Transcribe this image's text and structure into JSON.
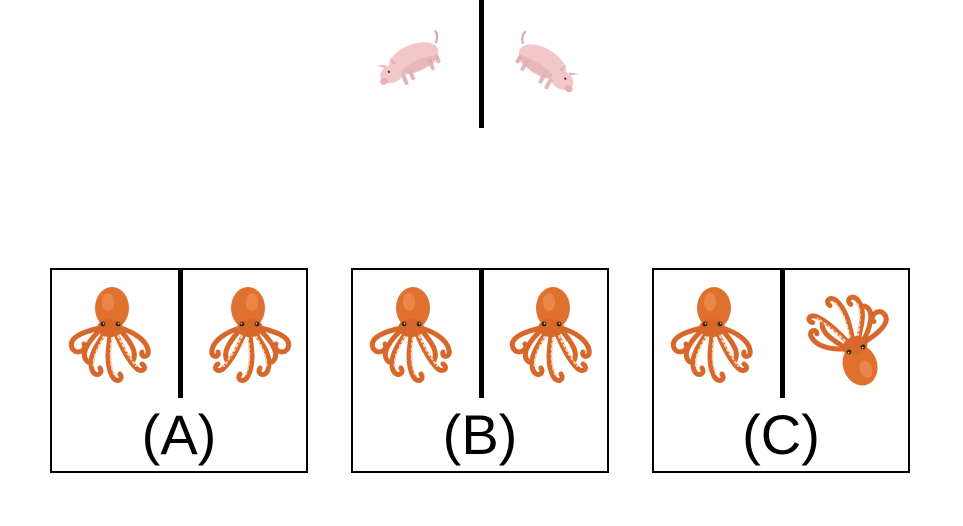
{
  "colors": {
    "line": "#000000",
    "pig_body": "#f2c7c9",
    "pig_shade": "#d9a3a8",
    "octopus_body": "#e0702e",
    "octopus_shade": "#b9521c",
    "octopus_sucker": "#f3d6b8"
  },
  "exemplar": {
    "left_image_icon": "pig-icon",
    "right_image_icon": "pig-icon"
  },
  "options": [
    {
      "label": "(A)",
      "left_icon": "octopus-icon",
      "right_icon": "octopus-icon"
    },
    {
      "label": "(B)",
      "left_icon": "octopus-icon",
      "right_icon": "octopus-icon"
    },
    {
      "label": "(C)",
      "left_icon": "octopus-icon",
      "right_icon": "octopus-icon"
    }
  ]
}
